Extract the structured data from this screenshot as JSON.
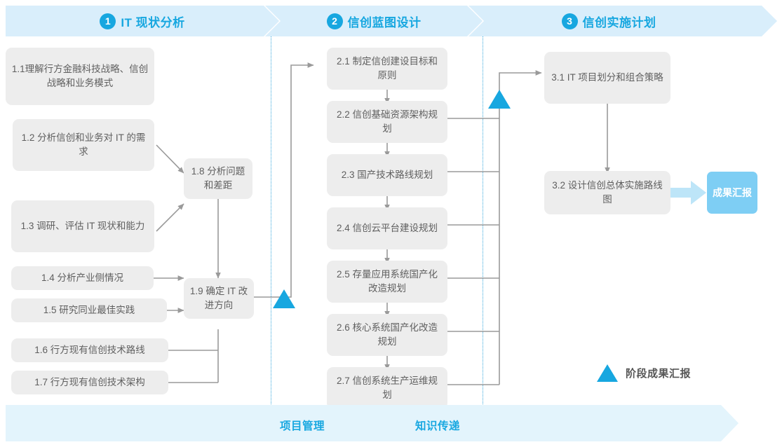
{
  "colors": {
    "accent": "#17a7e0",
    "band": "#d9eefb",
    "band_bottom": "#e3f4fc",
    "node_bg": "#ededed",
    "node_text": "#5f5f5f",
    "result_bg": "#7ecef4",
    "connector": "#9a9a9a",
    "divider": "#3aa9dd"
  },
  "stages": [
    {
      "number": "1",
      "title": "IT 现状分析"
    },
    {
      "number": "2",
      "title": "信创蓝图设计"
    },
    {
      "number": "3",
      "title": "信创实施计划"
    }
  ],
  "stage1": {
    "nodes": [
      {
        "id": "1.1",
        "text": "1.1理解行方金融科技战略、信创战略和业务模式"
      },
      {
        "id": "1.2",
        "text": "1.2 分析信创和业务对 IT 的需求"
      },
      {
        "id": "1.3",
        "text": "1.3 调研、评估 IT 现状和能力"
      },
      {
        "id": "1.4",
        "text": "1.4 分析产业侧情况"
      },
      {
        "id": "1.5",
        "text": "1.5 研究同业最佳实践"
      },
      {
        "id": "1.6",
        "text": "1.6 行方现有信创技术路线"
      },
      {
        "id": "1.7",
        "text": "1.7 行方现有信创技术架构"
      },
      {
        "id": "1.8",
        "text": "1.8 分析问题和差距"
      },
      {
        "id": "1.9",
        "text": "1.9 确定 IT 改进方向"
      }
    ]
  },
  "stage2": {
    "nodes": [
      {
        "id": "2.1",
        "text": "2.1 制定信创建设目标和原则"
      },
      {
        "id": "2.2",
        "text": "2.2 信创基础资源架构规划"
      },
      {
        "id": "2.3",
        "text": "2.3 国产技术路线规划"
      },
      {
        "id": "2.4",
        "text": "2.4 信创云平台建设规划"
      },
      {
        "id": "2.5",
        "text": "2.5 存量应用系统国产化改造规划"
      },
      {
        "id": "2.6",
        "text": "2.6 核心系统国产化改造规划"
      },
      {
        "id": "2.7",
        "text": "2.7 信创系统生产运维规划"
      }
    ]
  },
  "stage3": {
    "nodes": [
      {
        "id": "3.1",
        "text": "3.1 IT 项目划分和组合策略"
      },
      {
        "id": "3.2",
        "text": "3.2 设计信创总体实施路线图"
      }
    ],
    "result": {
      "id": "result",
      "text": "成果汇报"
    }
  },
  "legend": {
    "icon": "triangle-milestone-icon",
    "text": "阶段成果汇报"
  },
  "bottom": {
    "labels": [
      "项目管理",
      "知识传递"
    ]
  }
}
